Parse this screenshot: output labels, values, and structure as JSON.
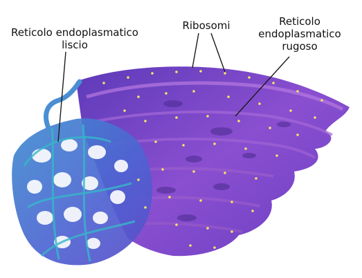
{
  "labels": {
    "smooth_er": {
      "line1": "Reticolo endoplasmatico",
      "line2": "liscio"
    },
    "ribosomes": {
      "text": "Ribosomi"
    },
    "rough_er": {
      "line1": "Reticolo",
      "line2": "endoplasmatico",
      "line3": "rugoso"
    }
  },
  "colors": {
    "smooth_er": "#4f6fd6",
    "smooth_er_highlight": "#37b7c9",
    "rough_er": "#7a45c8",
    "rough_er_highlight": "#b266d8",
    "ribosome": "#f2e56a",
    "leader_line": "#1a1a1a"
  }
}
